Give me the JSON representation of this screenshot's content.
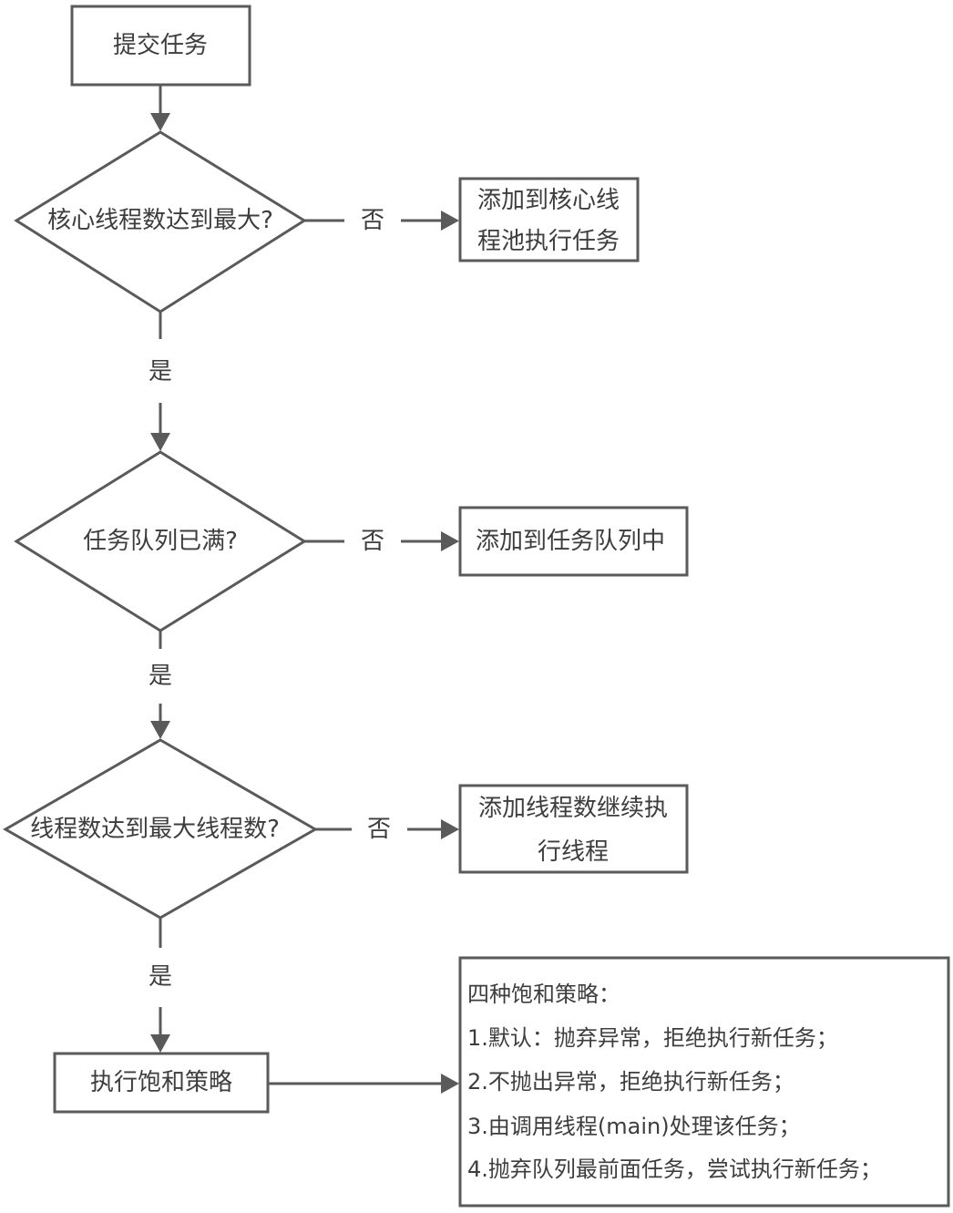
{
  "nodes": {
    "start": "提交任务",
    "check_core": "核心线程数达到最大?",
    "add_core": [
      "添加到核心线",
      "程池执行任务"
    ],
    "check_queue": "任务队列已满?",
    "add_queue": "添加到任务队列中",
    "check_max": "线程数达到最大线程数?",
    "add_thread": [
      "添加线程数继续执",
      "行线程"
    ],
    "reject": "执行饱和策略"
  },
  "edge_labels": {
    "no": "否",
    "yes": "是"
  },
  "policy_note": {
    "title": "四种饱和策略：",
    "items": [
      "1.默认：抛弃异常，拒绝执行新任务；",
      "2.不抛出异常，拒绝执行新任务；",
      "3.由调用线程(main)处理该任务；",
      "4.抛弃队列最前面任务，尝试执行新任务；"
    ]
  },
  "colors": {
    "stroke": "#5a5a5a",
    "text": "#3d3d3d",
    "fill": "#ffffff"
  }
}
